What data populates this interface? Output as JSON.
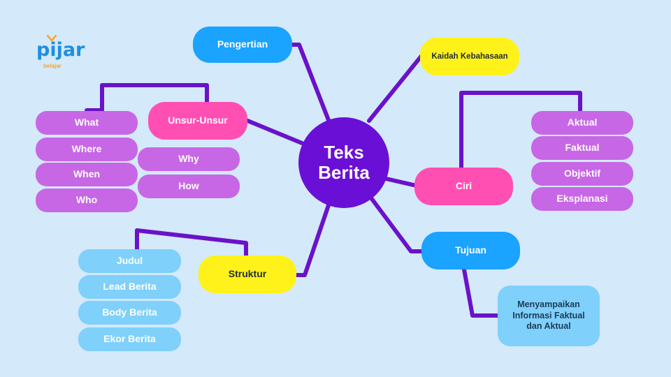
{
  "logo": {
    "word": "pijar",
    "sub": "belajar"
  },
  "center": {
    "label": "Teks Berita"
  },
  "branches": {
    "pengertian": "Pengertian",
    "kaidah": "Kaidah Kebahasaan",
    "unsur": "Unsur-Unsur",
    "ciri": "Ciri",
    "struktur": "Struktur",
    "tujuan": "Tujuan"
  },
  "unsur_items": [
    "What",
    "Where",
    "When",
    "Who",
    "Why",
    "How"
  ],
  "ciri_items": [
    "Aktual",
    "Faktual",
    "Objektif",
    "Eksplanasi"
  ],
  "struktur_items": [
    "Judul",
    "Lead Berita",
    "Body Berita",
    "Ekor Berita"
  ],
  "tujuan_note": "Menyampaikan Informasi Faktual dan Aktual",
  "colors": {
    "background": "#d4e9fa",
    "center": "#6a0fd6",
    "connector": "#6a12c9",
    "pink": "#ff4fb3",
    "blue": "#1aa3ff",
    "yellow": "#fff21a",
    "violet": "#c767e6",
    "sky": "#7fd0fb"
  }
}
